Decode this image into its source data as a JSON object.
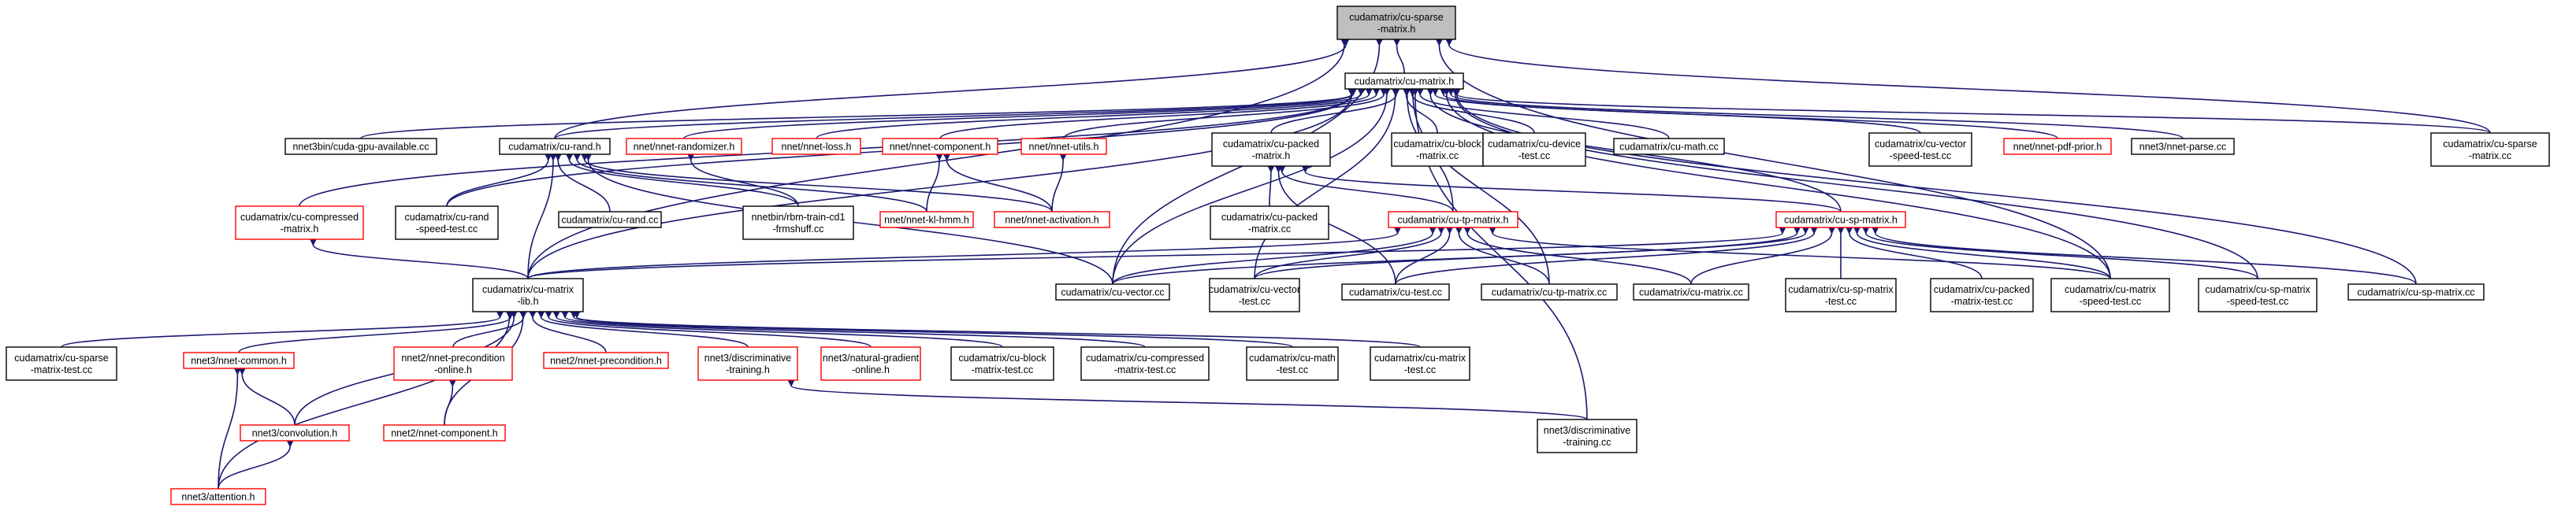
{
  "graph": {
    "colors": {
      "edge": "#191970",
      "normal_border": "#000000",
      "link_border": "#ff0000",
      "root_fill": "#bfbfbf",
      "node_fill": "#ffffff"
    },
    "nodes": [
      {
        "id": "root",
        "lines": [
          "cudamatrix/cu-sparse",
          "-matrix.h"
        ],
        "style": "root"
      },
      {
        "id": "cumatrix",
        "lines": [
          "cudamatrix/cu-matrix.h"
        ],
        "style": "normal"
      },
      {
        "id": "cudagpu",
        "lines": [
          "nnet3bin/cuda-gpu-available.cc"
        ],
        "style": "normal"
      },
      {
        "id": "curand",
        "lines": [
          "cudamatrix/cu-rand.h"
        ],
        "style": "normal"
      },
      {
        "id": "nnetrand",
        "lines": [
          "nnet/nnet-randomizer.h"
        ],
        "style": "link"
      },
      {
        "id": "nnetloss",
        "lines": [
          "nnet/nnet-loss.h"
        ],
        "style": "link"
      },
      {
        "id": "nnetcomp",
        "lines": [
          "nnet/nnet-component.h"
        ],
        "style": "link"
      },
      {
        "id": "nnetutils",
        "lines": [
          "nnet/nnet-utils.h"
        ],
        "style": "link"
      },
      {
        "id": "cupacked",
        "lines": [
          "cudamatrix/cu-packed",
          "-matrix.h"
        ],
        "style": "normal"
      },
      {
        "id": "cublockmat",
        "lines": [
          "cudamatrix/cu-block",
          "-matrix.cc"
        ],
        "style": "normal"
      },
      {
        "id": "cudevice",
        "lines": [
          "cudamatrix/cu-device",
          "-test.cc"
        ],
        "style": "normal"
      },
      {
        "id": "cumathcc",
        "lines": [
          "cudamatrix/cu-math.cc"
        ],
        "style": "normal"
      },
      {
        "id": "cuvecspeed",
        "lines": [
          "cudamatrix/cu-vector",
          "-speed-test.cc"
        ],
        "style": "normal"
      },
      {
        "id": "pdfprior",
        "lines": [
          "nnet/nnet-pdf-prior.h"
        ],
        "style": "link"
      },
      {
        "id": "nnetparse",
        "lines": [
          "nnet3/nnet-parse.cc"
        ],
        "style": "normal"
      },
      {
        "id": "cusparsecc",
        "lines": [
          "cudamatrix/cu-sparse",
          "-matrix.cc"
        ],
        "style": "normal"
      },
      {
        "id": "cucompressed",
        "lines": [
          "cudamatrix/cu-compressed",
          "-matrix.h"
        ],
        "style": "link"
      },
      {
        "id": "curandspeed",
        "lines": [
          "cudamatrix/cu-rand",
          "-speed-test.cc"
        ],
        "style": "normal"
      },
      {
        "id": "curandcc",
        "lines": [
          "cudamatrix/cu-rand.cc"
        ],
        "style": "normal"
      },
      {
        "id": "rbmtrain",
        "lines": [
          "nnetbin/rbm-train-cd1",
          "-frmshuff.cc"
        ],
        "style": "normal"
      },
      {
        "id": "klhmm",
        "lines": [
          "nnet/nnet-kl-hmm.h"
        ],
        "style": "link"
      },
      {
        "id": "nnetact",
        "lines": [
          "nnet/nnet-activation.h"
        ],
        "style": "link"
      },
      {
        "id": "cupackedcc",
        "lines": [
          "cudamatrix/cu-packed",
          "-matrix.cc"
        ],
        "style": "normal"
      },
      {
        "id": "cutp",
        "lines": [
          "cudamatrix/cu-tp-matrix.h"
        ],
        "style": "link"
      },
      {
        "id": "cusp",
        "lines": [
          "cudamatrix/cu-sp-matrix.h"
        ],
        "style": "link"
      },
      {
        "id": "cumatlib",
        "lines": [
          "cudamatrix/cu-matrix",
          "-lib.h"
        ],
        "style": "normal"
      },
      {
        "id": "cuveccc",
        "lines": [
          "cudamatrix/cu-vector.cc"
        ],
        "style": "normal"
      },
      {
        "id": "cuvectest",
        "lines": [
          "cudamatrix/cu-vector",
          "-test.cc"
        ],
        "style": "normal"
      },
      {
        "id": "cutest",
        "lines": [
          "cudamatrix/cu-test.cc"
        ],
        "style": "normal"
      },
      {
        "id": "cutpcc",
        "lines": [
          "cudamatrix/cu-tp-matrix.cc"
        ],
        "style": "normal"
      },
      {
        "id": "cumatrixcc",
        "lines": [
          "cudamatrix/cu-matrix.cc"
        ],
        "style": "normal"
      },
      {
        "id": "cusptest",
        "lines": [
          "cudamatrix/cu-sp-matrix",
          "-test.cc"
        ],
        "style": "normal"
      },
      {
        "id": "cupackedtest",
        "lines": [
          "cudamatrix/cu-packed",
          "-matrix-test.cc"
        ],
        "style": "normal"
      },
      {
        "id": "cumatspeed",
        "lines": [
          "cudamatrix/cu-matrix",
          "-speed-test.cc"
        ],
        "style": "normal"
      },
      {
        "id": "cuspspeed",
        "lines": [
          "cudamatrix/cu-sp-matrix",
          "-speed-test.cc"
        ],
        "style": "normal"
      },
      {
        "id": "cuspcc",
        "lines": [
          "cudamatrix/cu-sp-matrix.cc"
        ],
        "style": "normal"
      },
      {
        "id": "cusparsetest",
        "lines": [
          "cudamatrix/cu-sparse",
          "-matrix-test.cc"
        ],
        "style": "normal"
      },
      {
        "id": "nnetcommon",
        "lines": [
          "nnet3/nnet-common.h"
        ],
        "style": "link"
      },
      {
        "id": "n2precondonline",
        "lines": [
          "nnet2/nnet-precondition",
          "-online.h"
        ],
        "style": "link"
      },
      {
        "id": "n2precond",
        "lines": [
          "nnet2/nnet-precondition.h"
        ],
        "style": "link"
      },
      {
        "id": "disctrain",
        "lines": [
          "nnet3/discriminative",
          "-training.h"
        ],
        "style": "link"
      },
      {
        "id": "natgrad",
        "lines": [
          "nnet3/natural-gradient",
          "-online.h"
        ],
        "style": "link"
      },
      {
        "id": "cublocktest",
        "lines": [
          "cudamatrix/cu-block",
          "-matrix-test.cc"
        ],
        "style": "normal"
      },
      {
        "id": "cucomptest",
        "lines": [
          "cudamatrix/cu-compressed",
          "-matrix-test.cc"
        ],
        "style": "normal"
      },
      {
        "id": "cumathtest",
        "lines": [
          "cudamatrix/cu-math",
          "-test.cc"
        ],
        "style": "normal"
      },
      {
        "id": "cumattest",
        "lines": [
          "cudamatrix/cu-matrix",
          "-test.cc"
        ],
        "style": "normal"
      },
      {
        "id": "conv",
        "lines": [
          "nnet3/convolution.h"
        ],
        "style": "link"
      },
      {
        "id": "n2comp",
        "lines": [
          "nnet2/nnet-component.h"
        ],
        "style": "link"
      },
      {
        "id": "disctraincc",
        "lines": [
          "nnet3/discriminative",
          "-training.cc"
        ],
        "style": "normal"
      },
      {
        "id": "attention",
        "lines": [
          "nnet3/attention.h"
        ],
        "style": "link"
      }
    ]
  }
}
